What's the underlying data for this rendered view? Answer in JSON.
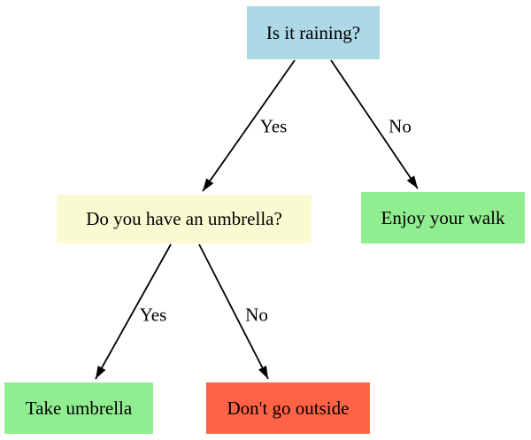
{
  "diagram": {
    "type": "decision-tree",
    "background_color": "#ffffff",
    "text_color": "#000000",
    "edge_color": "#000000",
    "nodes": [
      {
        "id": "rain",
        "label": "Is it raining?",
        "fill": "#ADD8E6"
      },
      {
        "id": "umbrella",
        "label": "Do you have an umbrella?",
        "fill": "#FAFAD2"
      },
      {
        "id": "walk",
        "label": "Enjoy your walk",
        "fill": "#90EE90"
      },
      {
        "id": "take",
        "label": "Take umbrella",
        "fill": "#90EE90"
      },
      {
        "id": "stay",
        "label": "Don't go outside",
        "fill": "#FF6347"
      }
    ],
    "edges": [
      {
        "from": "rain",
        "to": "umbrella",
        "label": "Yes"
      },
      {
        "from": "rain",
        "to": "walk",
        "label": "No"
      },
      {
        "from": "umbrella",
        "to": "take",
        "label": "Yes"
      },
      {
        "from": "umbrella",
        "to": "stay",
        "label": "No"
      }
    ]
  }
}
